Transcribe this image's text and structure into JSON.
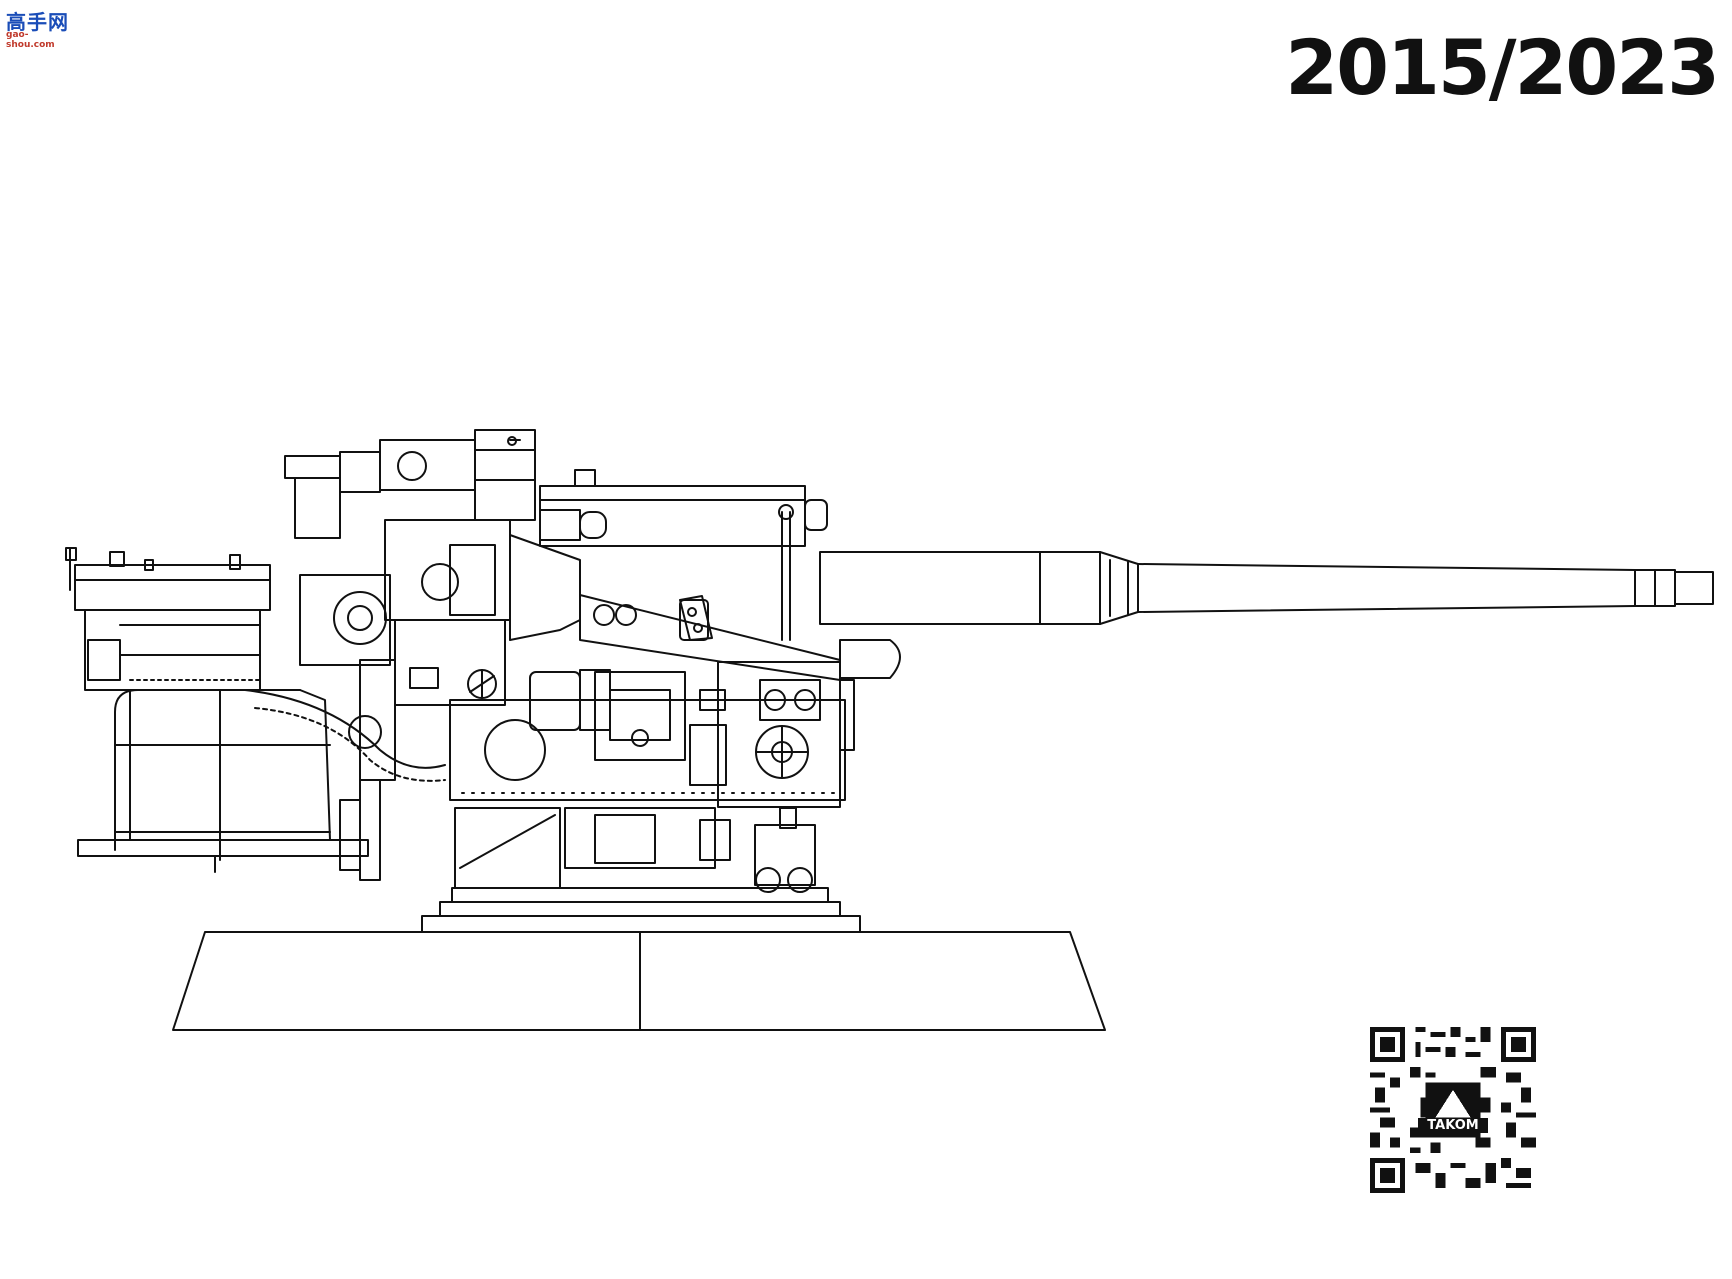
{
  "document": {
    "kit_number": "2015/2023",
    "watermark": {
      "main": "高手网",
      "sub": "gao-shou.com"
    },
    "qr_code": {
      "brand": "TAKOM"
    }
  }
}
